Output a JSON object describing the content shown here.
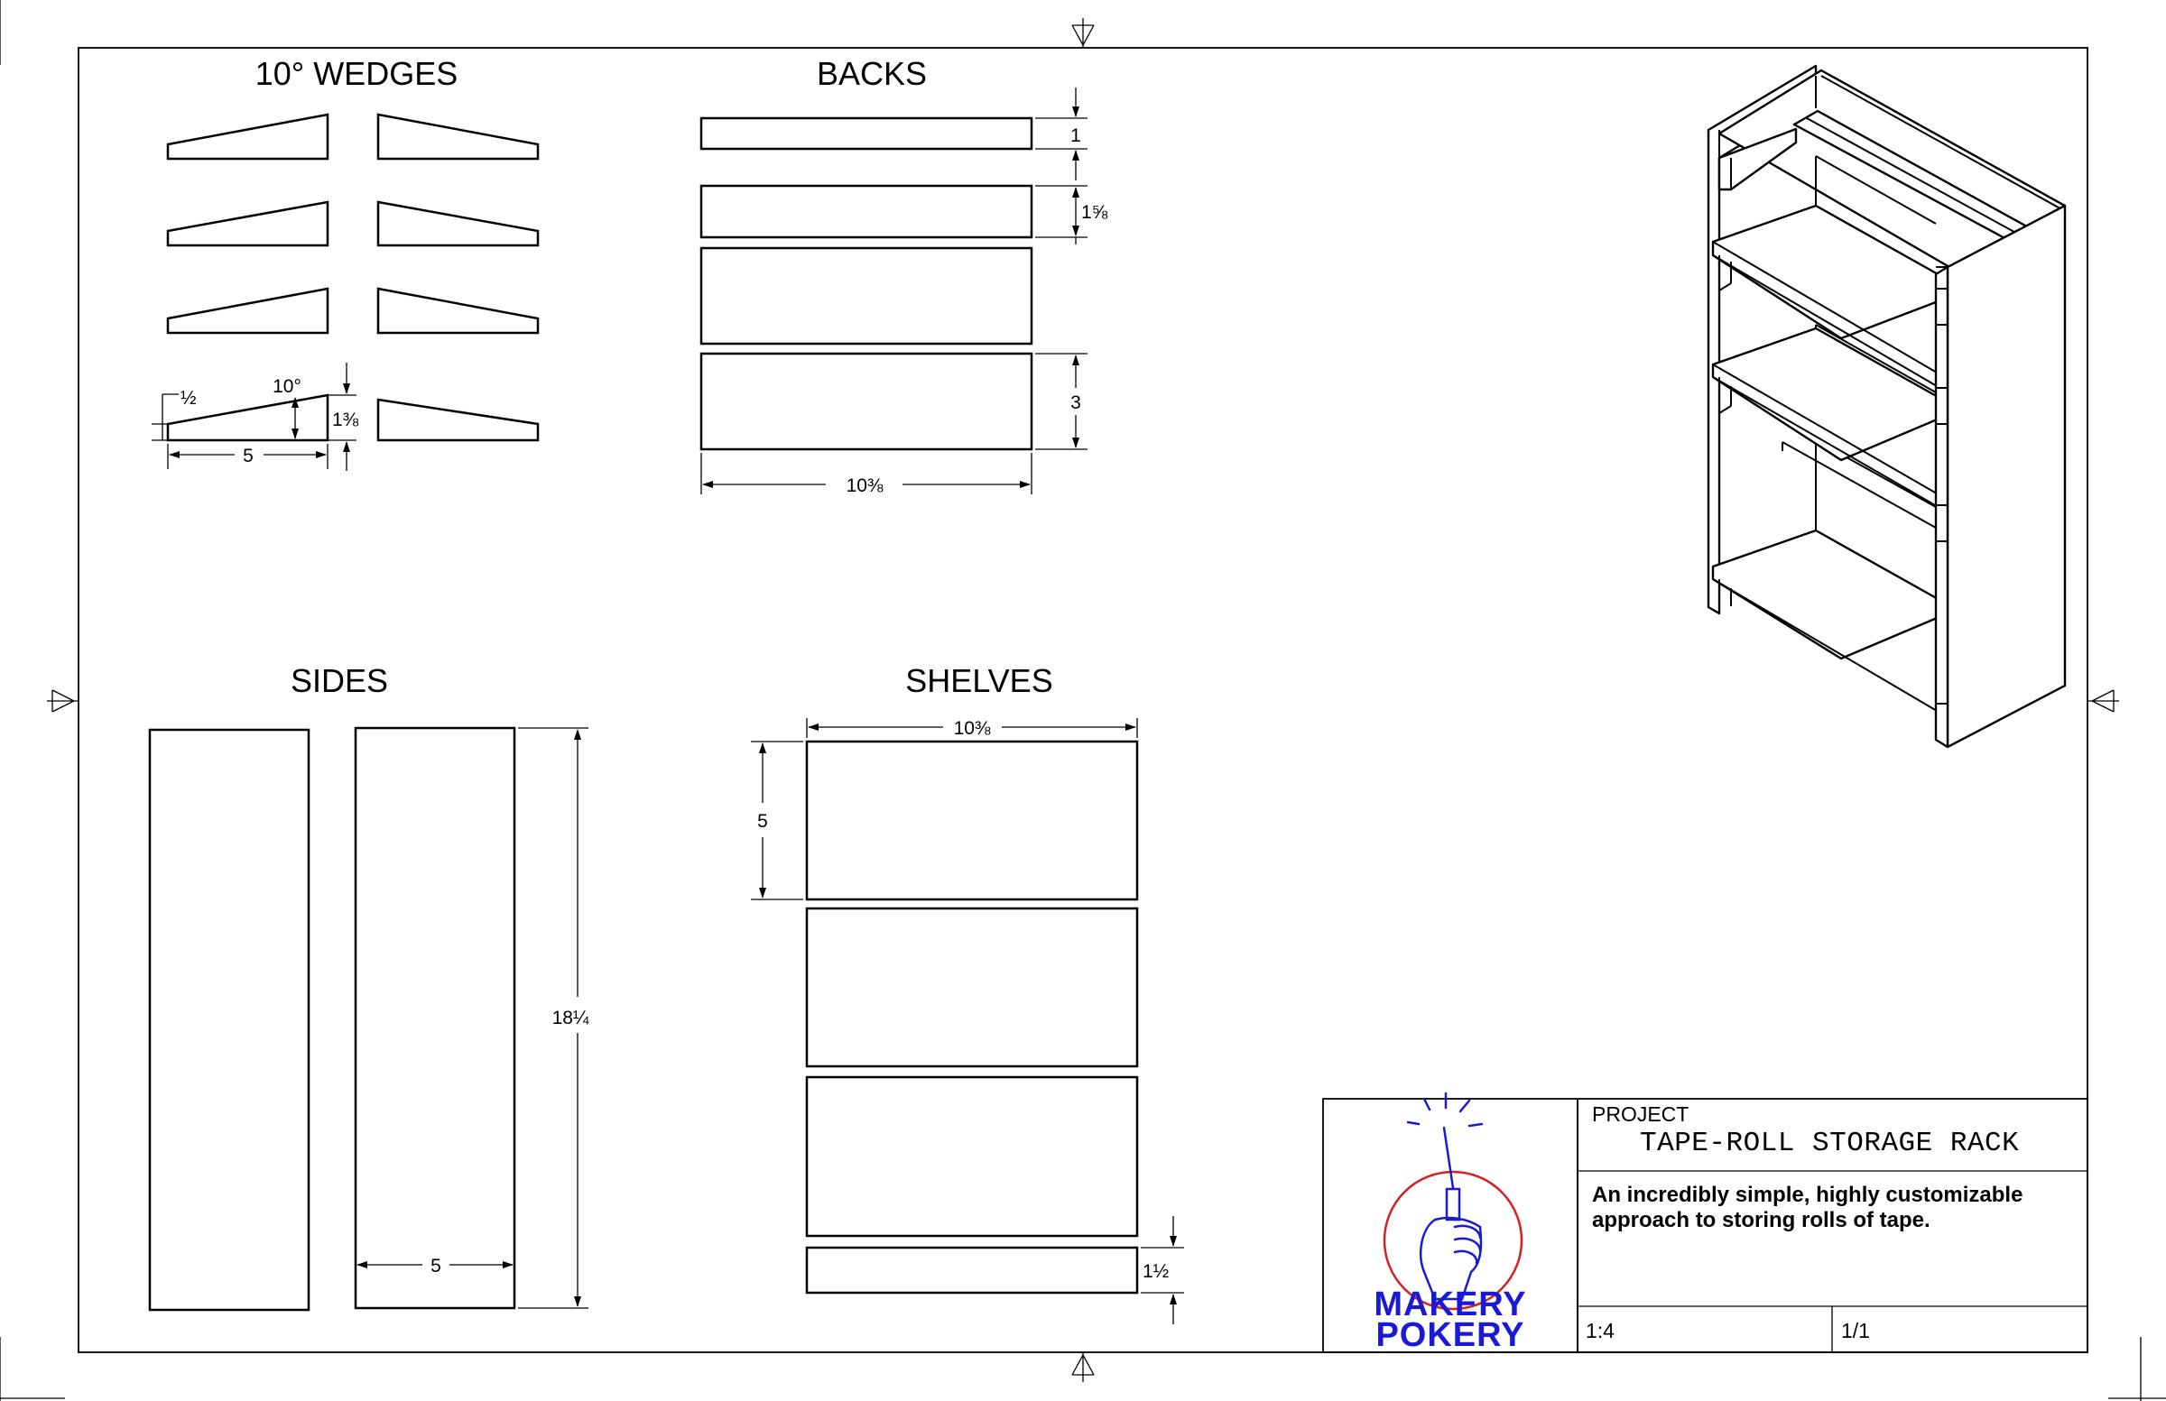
{
  "sections": {
    "wedges": {
      "title": "10° WEDGES",
      "dim_offset": "½",
      "dim_angle": "10°",
      "dim_height": "1⅜",
      "dim_length": "5"
    },
    "backs": {
      "title": "BACKS",
      "dim_1": "1",
      "dim_2": "1⅝",
      "dim_3": "3",
      "dim_width": "10⅜"
    },
    "sides": {
      "title": "SIDES",
      "dim_width": "5",
      "dim_height": "18¼"
    },
    "shelves": {
      "title": "SHELVES",
      "dim_width": "10⅜",
      "dim_depth": "5",
      "dim_lip": "1½"
    }
  },
  "title_block": {
    "logo_line1": "MAKERY",
    "logo_line2": "POKERY",
    "project_label": "PROJECT",
    "project_name": "TAPE-ROLL STORAGE RACK",
    "description_line1": "An incredibly simple, highly customizable",
    "description_line2": "approach to storing rolls of tape.",
    "scale": "1:4",
    "sheet": "1/1"
  },
  "colors": {
    "logo_blue": "#1a1ad6",
    "logo_red": "#d42020",
    "line": "#000000"
  }
}
